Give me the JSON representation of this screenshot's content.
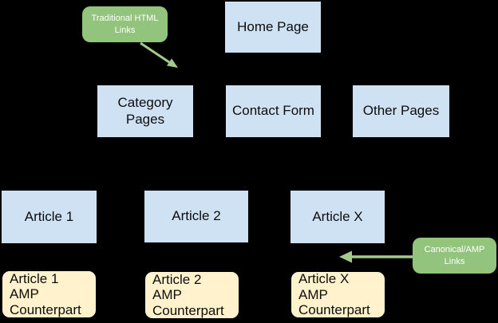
{
  "diagram": {
    "background_color": "#000000",
    "page_box_color": "#cfe2f3",
    "amp_box_color": "#fff2cc",
    "amp_box_border_color": "#000000",
    "annotation_box_color": "#93c47d",
    "annotation_text_color": "#ffffff",
    "arrow_color": "#a4c98a",
    "node_text_color": "#0d0d0d",
    "nodes": {
      "home_page": "Home Page",
      "category_pages": "Category\nPages",
      "contact_form": "Contact Form",
      "other_pages": "Other Pages",
      "article_1": "Article 1",
      "article_2": "Article 2",
      "article_x": "Article X"
    },
    "amp_nodes": {
      "article_1_amp": "Article 1\nAMP\nCounterpart",
      "article_2_amp": "Article 2\nAMP\nCounterpart",
      "article_x_amp": "Article X\nAMP\nCounterpart"
    },
    "annotations": {
      "traditional_html_links": "Traditional HTML\nLinks",
      "canonical_amp_links": "Canonical/AMP\nLinks"
    }
  }
}
